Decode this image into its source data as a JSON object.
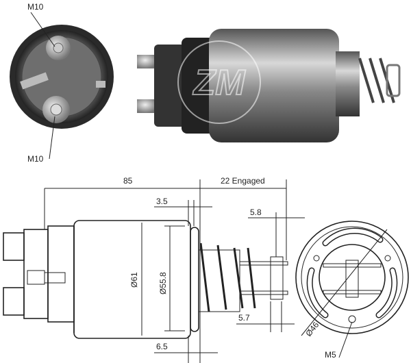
{
  "photo": {
    "end_view_labels": {
      "top": "M10",
      "bottom": "M10"
    },
    "logo_text": "ZM"
  },
  "drawing": {
    "dimensions": {
      "length": "85",
      "engaged": "22 Engaged",
      "flange_a": "3.5",
      "tip_a": "5.8",
      "body_dia": "Ø61",
      "flange_dia": "Ø55.8",
      "tip_b": "5.7",
      "flange_b": "6.5",
      "end_dia": "Ø46",
      "thread": "M5"
    }
  }
}
